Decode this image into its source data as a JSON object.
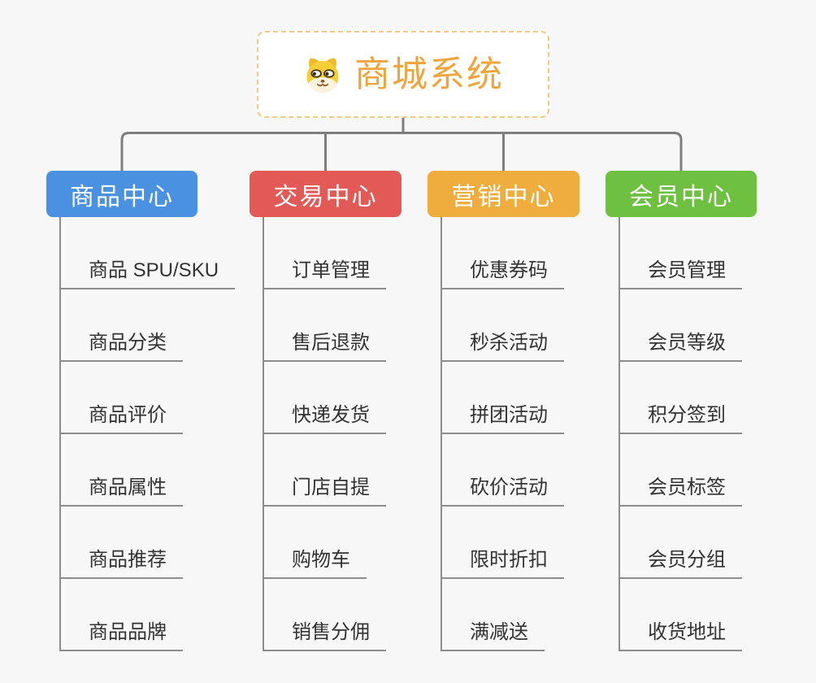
{
  "app": {
    "background": "#f7f7f7"
  },
  "root": {
    "title": "商城系统",
    "icon": "doge-icon",
    "title_color": "#efa53c",
    "border_color": "#f3ca7f",
    "fill": "#ffffff"
  },
  "connectors": {
    "color": "#7e7e7e",
    "child_line_color": "#8c8c8c",
    "child_text_color": "#333333"
  },
  "branch_style": {
    "label_color": "#ffffff"
  },
  "branches": [
    {
      "label": "商品中心",
      "color": "#4b91e2",
      "children": [
        "商品 SPU/SKU",
        "商品分类",
        "商品评价",
        "商品属性",
        "商品推荐",
        "商品品牌"
      ]
    },
    {
      "label": "交易中心",
      "color": "#e35956",
      "children": [
        "订单管理",
        "售后退款",
        "快递发货",
        "门店自提",
        "购物车",
        "销售分佣"
      ]
    },
    {
      "label": "营销中心",
      "color": "#eead3c",
      "children": [
        "优惠券码",
        "秒杀活动",
        "拼团活动",
        "砍价活动",
        "限时折扣",
        "满减送"
      ]
    },
    {
      "label": "会员中心",
      "color": "#6ec040",
      "children": [
        "会员管理",
        "会员等级",
        "积分签到",
        "会员标签",
        "会员分组",
        "收货地址"
      ]
    }
  ]
}
